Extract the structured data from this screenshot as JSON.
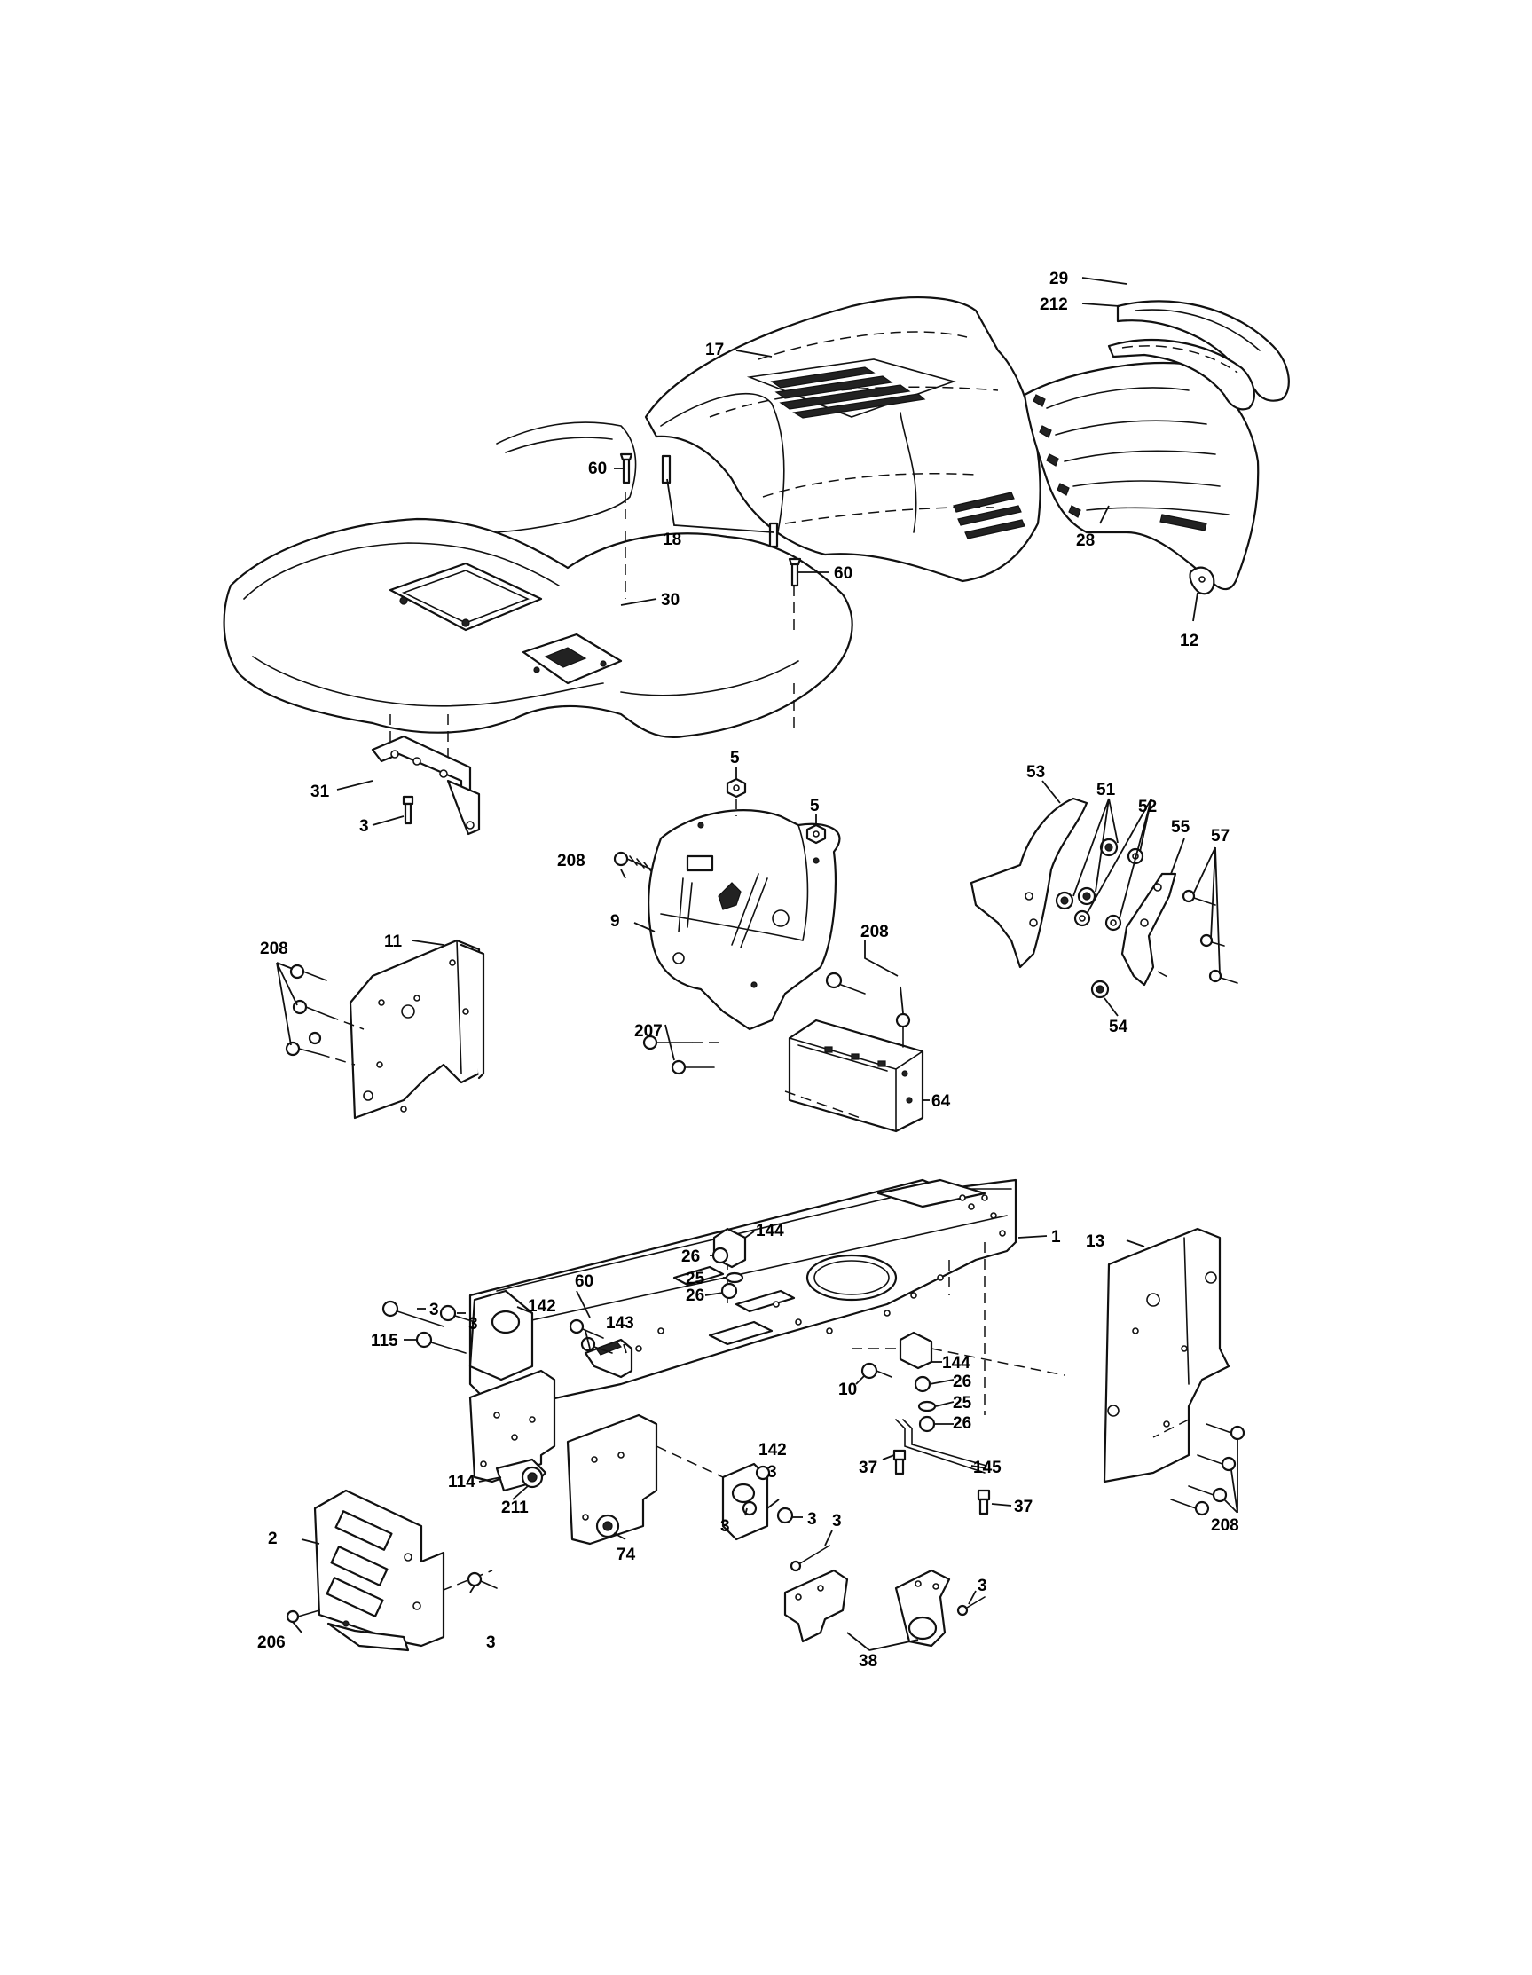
{
  "callouts": {
    "c17": "17",
    "c29": "29",
    "c212": "212",
    "c60a": "60",
    "c18": "18",
    "c60b": "60",
    "c30": "30",
    "c28": "28",
    "c12": "12",
    "c31": "31",
    "c3a": "3",
    "c5a": "5",
    "c5b": "5",
    "c53": "53",
    "c51": "51",
    "c52": "52",
    "c55": "55",
    "c57": "57",
    "c208a": "208",
    "c208b": "208",
    "c11": "11",
    "c9": "9",
    "c208c": "208",
    "c207": "207",
    "c64": "64",
    "c54": "54",
    "c144a": "144",
    "c1": "1",
    "c13": "13",
    "c3b": "3",
    "c3c": "3",
    "c26a": "26",
    "c25a": "25",
    "c26b": "26",
    "c60c": "60",
    "c142a": "142",
    "c143": "143",
    "c115": "115",
    "c144b": "144",
    "c26c": "26",
    "c10": "10",
    "c25b": "25",
    "c26d": "26",
    "c142b": "142",
    "c3d": "3",
    "c114": "114",
    "c211": "211",
    "c3e": "3",
    "c37a": "37",
    "c145": "145",
    "c37b": "37",
    "c3f": "3",
    "c74": "74",
    "c2": "2",
    "c3g": "3",
    "c3h": "3",
    "c206": "206",
    "c3i": "3",
    "c38": "38",
    "c208d": "208"
  }
}
